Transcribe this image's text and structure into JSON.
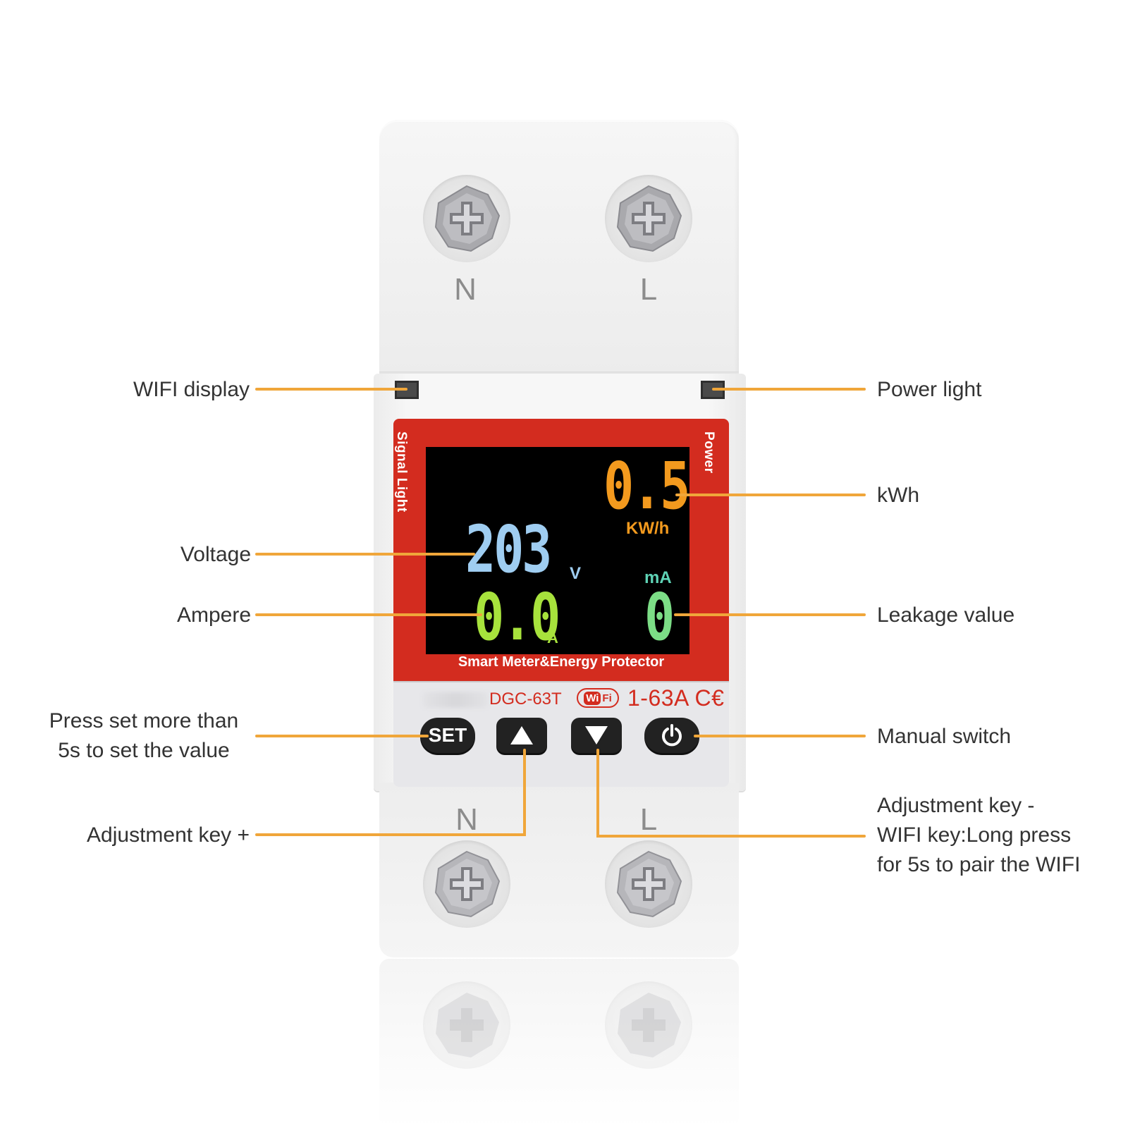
{
  "device": {
    "top_terminals": [
      "N",
      "L"
    ],
    "bottom_terminals": [
      "N",
      "L"
    ],
    "panel": {
      "side_left": "Signal Light",
      "side_right": "Power",
      "caption": "Smart Meter&Energy Protector"
    },
    "display": {
      "kwh_value": "0.5",
      "kwh_unit": "KW/h",
      "voltage_value": "203",
      "voltage_unit": "V",
      "ampere_value": "0.0",
      "ampere_unit": "A",
      "leakage_unit": "mA",
      "leakage_value": "0"
    },
    "strip": {
      "model": "DGC-63T",
      "wifi_badge_a": "Wi",
      "wifi_badge_b": "Fi",
      "rating": "1-63A",
      "cert": "C€"
    },
    "keys": {
      "set_label": "SET"
    }
  },
  "callouts": {
    "wifi_display": "WIFI display",
    "power_light": "Power light",
    "kwh": "kWh",
    "voltage": "Voltage",
    "ampere": "Ampere",
    "leakage": "Leakage value",
    "press_set_line1": "Press set more than",
    "press_set_line2": "5s to set the value",
    "manual_switch": "Manual switch",
    "adjust_plus": "Adjustment key +",
    "adjust_minus_line1": "Adjustment key -",
    "adjust_minus_line2": "WIFI key:Long press",
    "adjust_minus_line3": "for 5s to pair the WIFI"
  },
  "colors": {
    "callout_line": "#f0a63a",
    "panel_red": "#d32c1f",
    "kwh_orange": "#f39a1e",
    "voltage_blue": "#9fcdf1",
    "ampere_green": "#a7e23c",
    "leakage_green": "#7cdd86",
    "leakage_unit_teal": "#5fd3b6"
  }
}
